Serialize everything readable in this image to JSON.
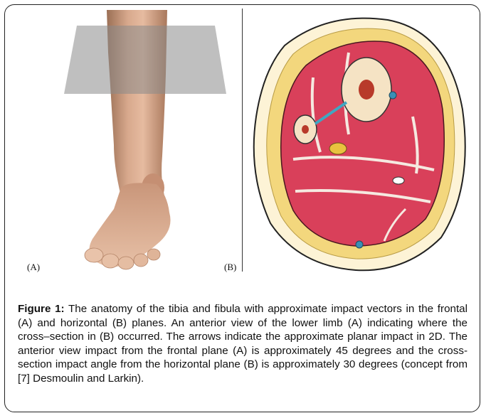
{
  "panels": {
    "a_label": "(A)",
    "b_label": "(B)"
  },
  "caption": {
    "label": "Figure 1:",
    "text": " The anatomy of the tibia and fibula with approximate impact vectors in the frontal (A) and horizontal (B) planes. An anterior view of the lower limb (A) indicating where the cross–section in (B) occurred. The arrows indicate the approximate planar impact in 2D. The anterior view impact from the frontal plane (A) is approximately 45 degrees and the cross-section impact angle from the horizontal plane (B) is approximately 30 degrees (concept from [7] Desmoulin and Larkin)."
  }
}
